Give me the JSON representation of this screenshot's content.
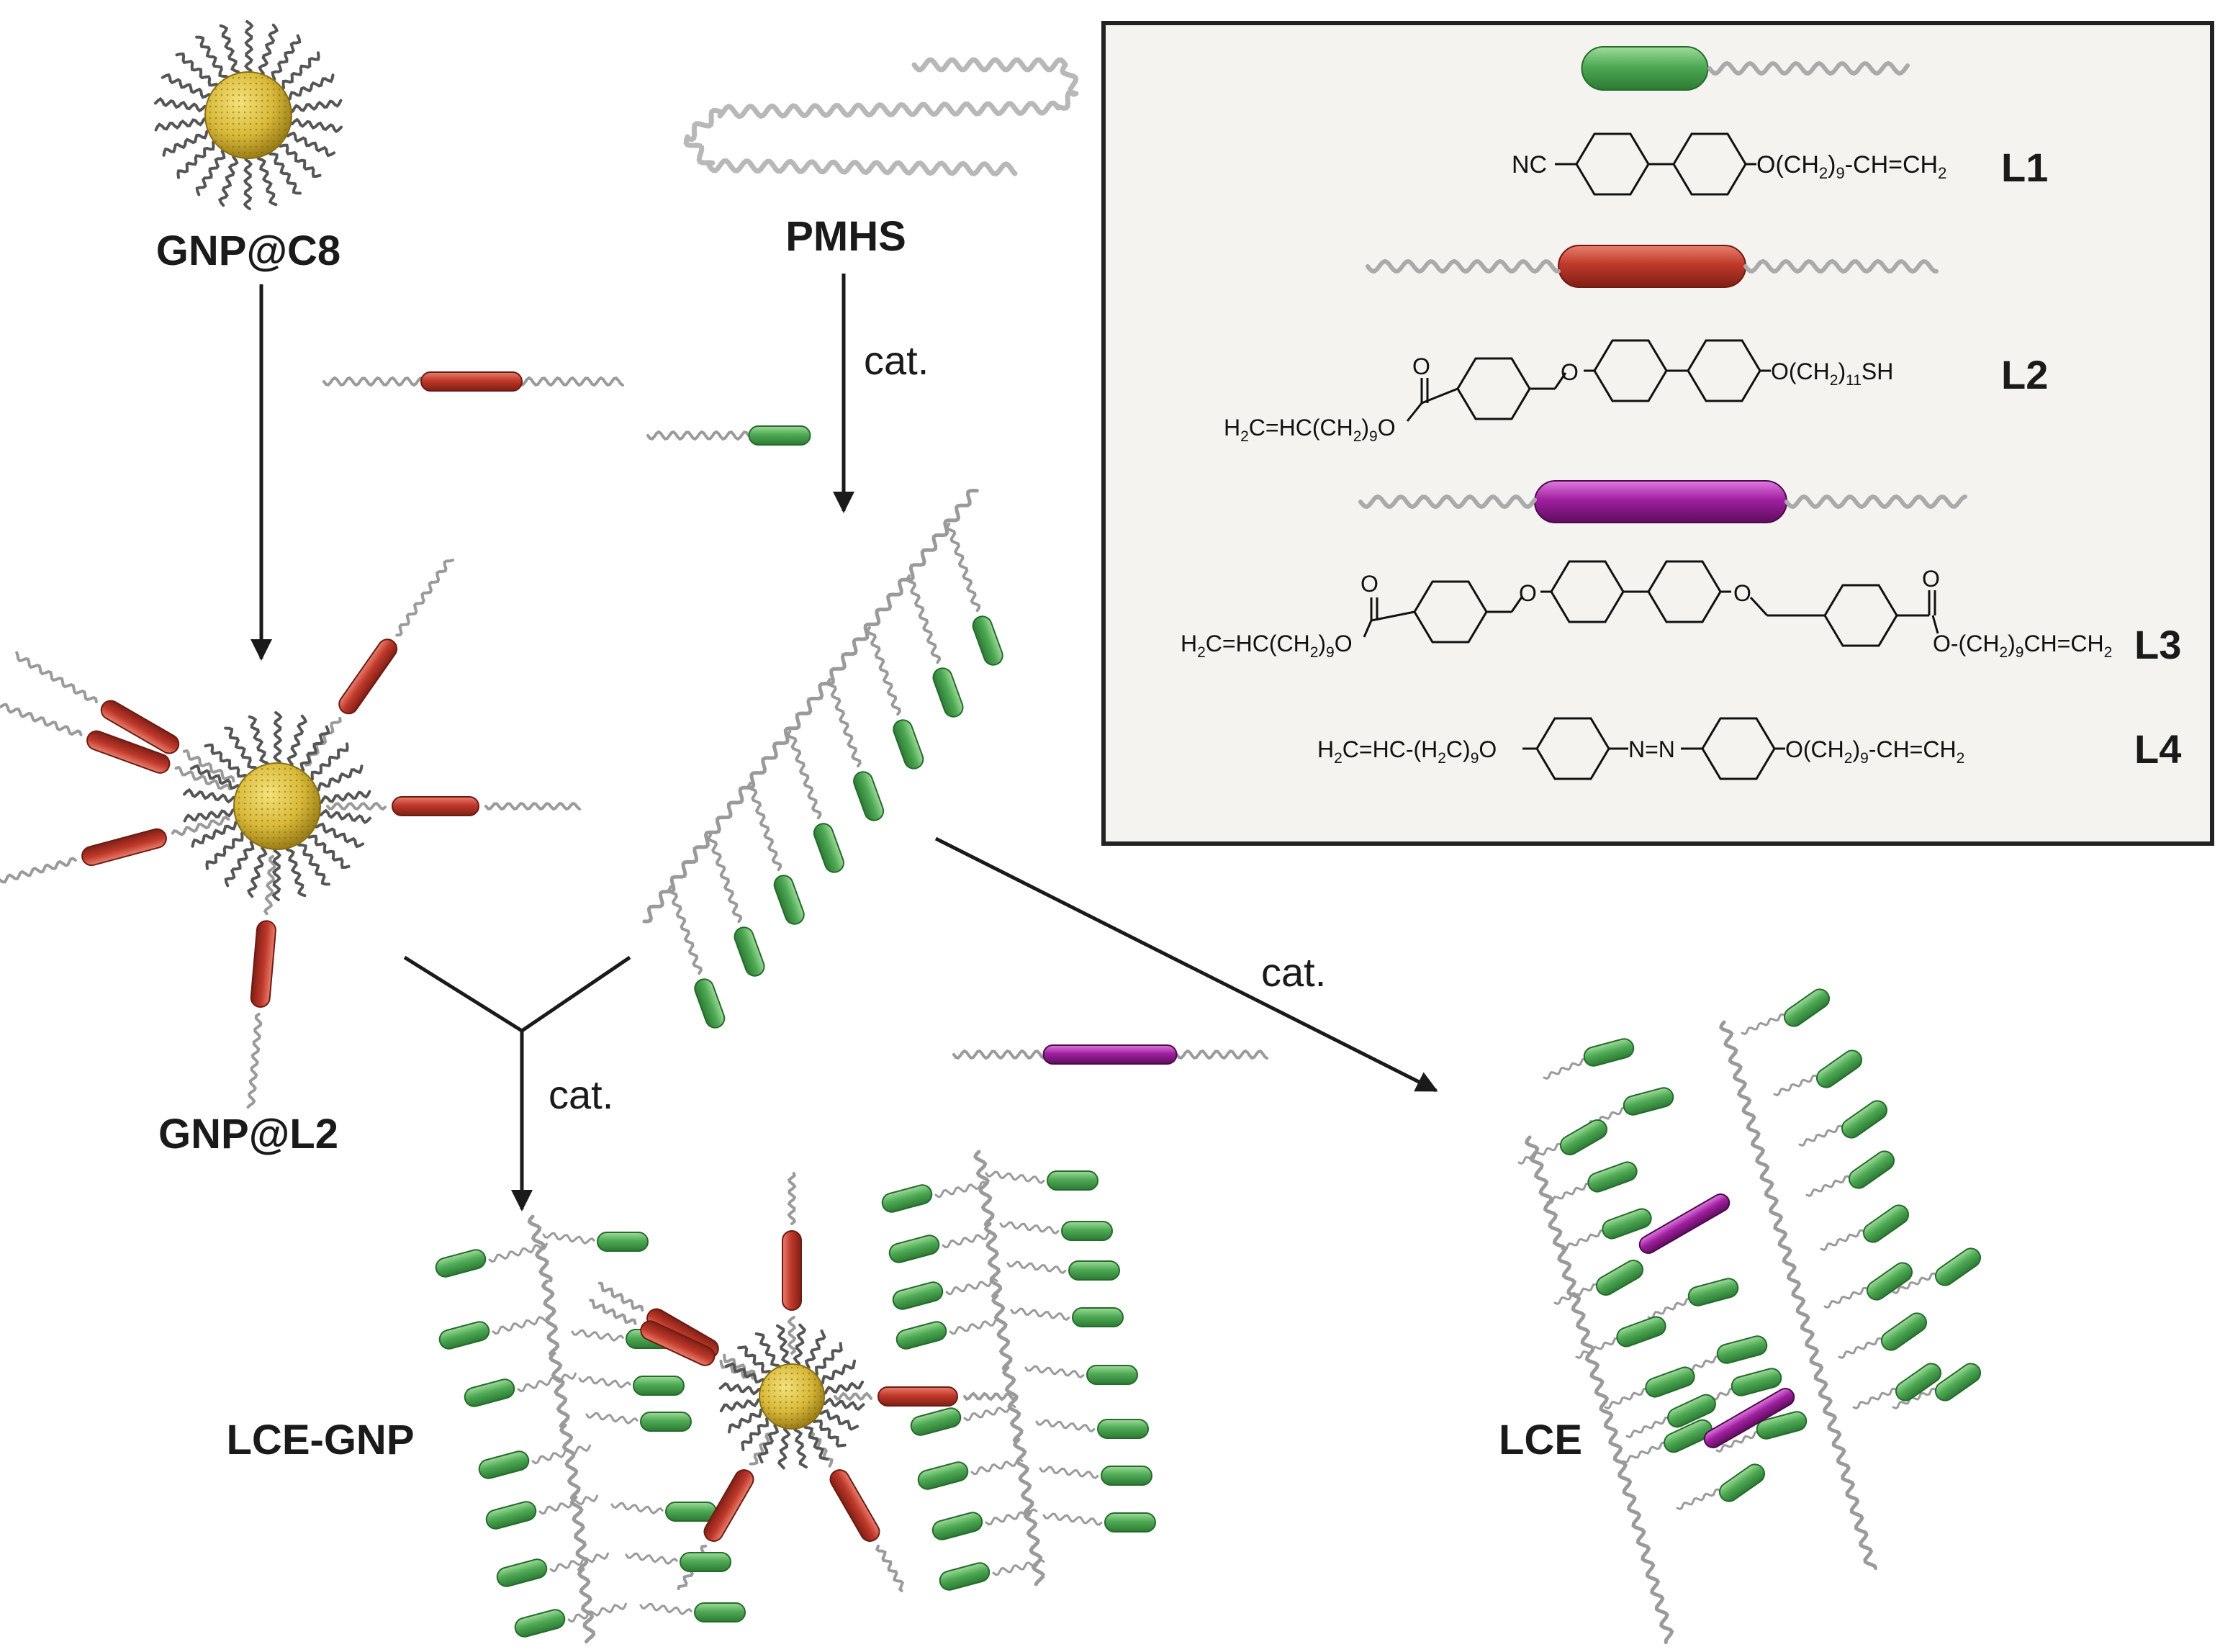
{
  "labels": {
    "gnp_c8": "GNP@C8",
    "pmhs": "PMHS",
    "gnp_l2": "GNP@L2",
    "lce_gnp": "LCE-GNP",
    "lce": "LCE",
    "cat": "cat."
  },
  "legend": {
    "l1": {
      "name": "L1",
      "left": "NC",
      "right_prefix": "O(CH",
      "right_sub1": "2",
      "right_mid": ")",
      "right_sub2": "9",
      "right_suffix": "-CH=CH",
      "right_sub3": "2"
    },
    "l2": {
      "name": "L2",
      "left_prefix": "H",
      "left_sub1": "2",
      "left_mid": "C=HC(CH",
      "left_sub2": "2",
      "left_mid2": ")",
      "left_sub3": "9",
      "left_suffix": "O",
      "ester_o": "O",
      "ether_o": "O",
      "right_prefix": "O(CH",
      "right_sub1": "2",
      "right_mid": ")",
      "right_sub2": "11",
      "right_suffix": "SH"
    },
    "l3": {
      "name": "L3",
      "left_prefix": "H",
      "left_sub1": "2",
      "left_mid": "C=HC(CH",
      "left_sub2": "2",
      "left_mid2": ")",
      "left_sub3": "9",
      "left_suffix": "O",
      "ester_o1": "O",
      "ether_o1": "O",
      "ether_o2": "O",
      "ester_o2": "O",
      "right_prefix": "O-(CH",
      "right_sub1": "2",
      "right_mid": ")",
      "right_sub2": "9",
      "right_suffix": "CH=CH",
      "right_sub3": "2"
    },
    "l4": {
      "name": "L4",
      "left_prefix": "H",
      "left_sub1": "2",
      "left_mid": "C=HC-(H",
      "left_sub2": "2",
      "left_mid2": "C)",
      "left_sub3": "9",
      "left_suffix": "O",
      "azo": "N=N",
      "right_prefix": "O(CH",
      "right_sub1": "2",
      "right_mid": ")",
      "right_sub2": "9",
      "right_suffix": "-CH=CH",
      "right_sub3": "2"
    }
  },
  "colors": {
    "gold": "#d8b93a",
    "green": "#4faa55",
    "red": "#c0392b",
    "magenta": "#a020a0",
    "chain": "#9a9a9a",
    "legend_bg": "#f4f3ef"
  }
}
